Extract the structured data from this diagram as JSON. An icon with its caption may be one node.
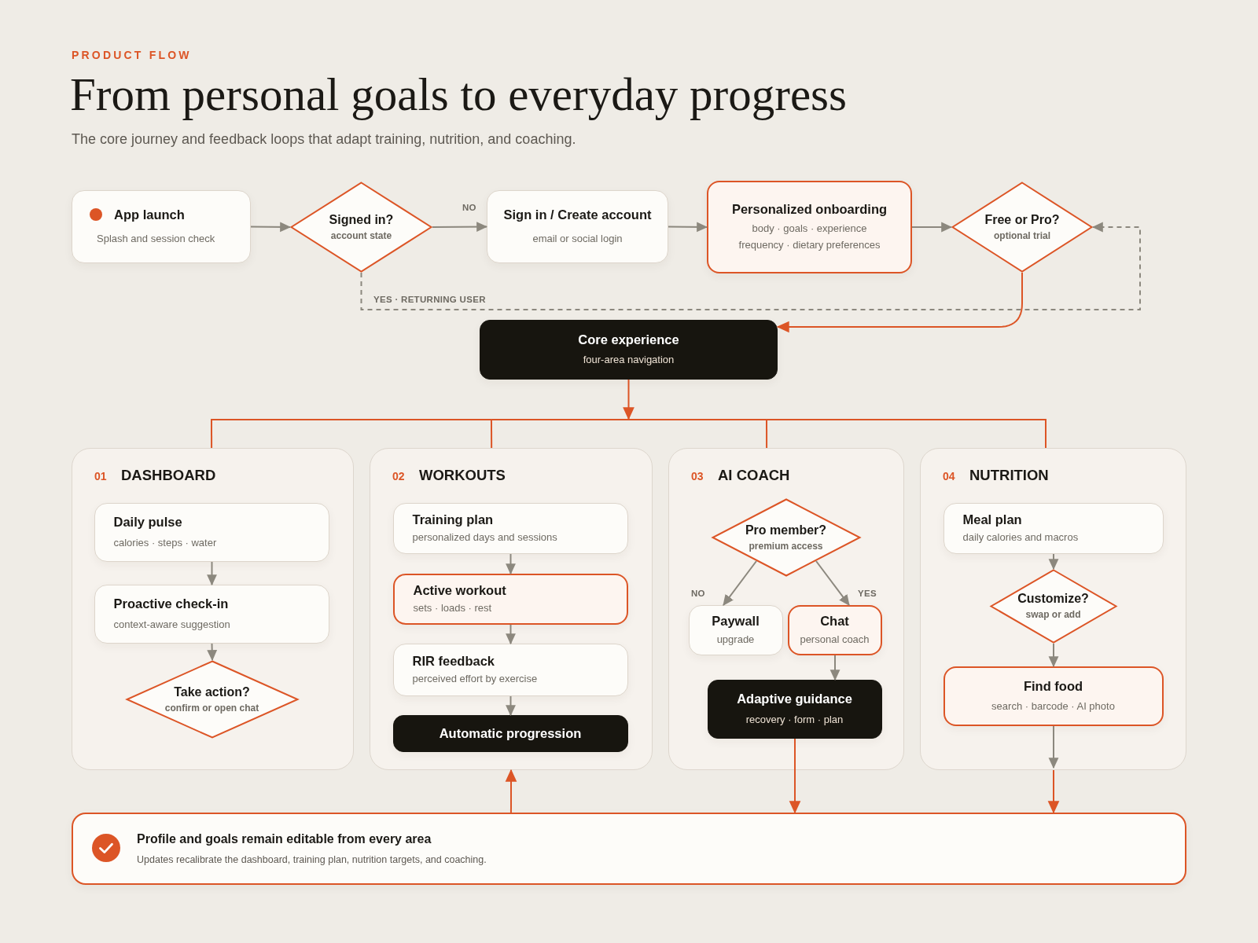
{
  "diagram": {
    "title": "From personal goals to everyday progress",
    "caption": "The core journey and feedback loops that adapt training, nutrition, and coaching.",
    "nodes": [
      {
        "text": [
          "App launch",
          "Splash and session check"
        ]
      },
      {
        "text": [
          "Signed in?",
          "account state"
        ]
      },
      {
        "text": [
          "Sign in / Create account",
          "email or social login"
        ]
      },
      {
        "text": [
          "Personalized onboarding",
          "body · goals · experience frequency · dietary preferences"
        ]
      },
      {
        "text": [
          "Free or Pro?",
          "optional trial"
        ]
      },
      {
        "text": [
          "Core experience",
          "four-area navigation"
        ]
      },
      {
        "text": [],
        "shape": "bar"
      },
      {
        "text": [
          "01",
          "DASHBOARD"
        ]
      },
      {
        "text": [
          "Daily pulse",
          "calories · steps · water"
        ],
        "in": 7
      },
      {
        "text": [
          "Proactive check-in",
          "context-aware suggestion"
        ],
        "in": 7
      },
      {
        "text": [
          "Take action?",
          "confirm or open chat"
        ],
        "in": 7
      },
      {
        "text": [
          "02",
          "WORKOUTS"
        ]
      },
      {
        "text": [
          "Training plan",
          "personalized days and sessions"
        ],
        "in": 11
      },
      {
        "text": [
          "Active workout",
          "sets · loads · rest"
        ],
        "in": 11
      },
      {
        "text": [
          "RIR feedback",
          "perceived effort by exercise"
        ],
        "in": 11
      },
      {
        "text": [
          "Automatic progression"
        ],
        "in": 11
      },
      {
        "text": [
          "03",
          "AI COACH"
        ]
      },
      {
        "text": [
          "Pro member?",
          "premium access"
        ],
        "in": 16
      },
      {
        "text": [
          "Paywall",
          "upgrade"
        ],
        "in": 16
      },
      {
        "text": [
          "Chat",
          "personal coach"
        ],
        "in": 16
      },
      {
        "text": [
          "Adaptive guidance",
          "recovery · form · plan"
        ],
        "in": 16
      },
      {
        "text": [
          "04",
          "NUTRITION"
        ]
      },
      {
        "text": [
          "Meal plan",
          "daily calories and macros"
        ],
        "in": 21
      },
      {
        "text": [
          "Customize?",
          "swap or add"
        ],
        "in": 21
      },
      {
        "text": [
          "Find food",
          "search · barcode · AI photo"
        ],
        "in": 21
      },
      {
        "text": [
          "Profile and goals remain editable from every area",
          "Updates recalibrate the dashboard, training plan, nutrition targets, and coaching."
        ]
      }
    ],
    "edges": [
      {
        "from": 0,
        "to": 1,
        "arrow": "to"
      },
      {
        "from": 1,
        "to": 2,
        "arrow": "to",
        "label": "NO"
      },
      {
        "from": 2,
        "to": 3,
        "arrow": "to"
      },
      {
        "from": 3,
        "to": 4,
        "arrow": "to"
      },
      {
        "from": 1,
        "to": 4,
        "arrow": "to",
        "label": "YES · RETURNING USER",
        "style": "dashed"
      },
      {
        "from": 4,
        "to": 5,
        "arrow": "to",
        "color": "#dc5526"
      },
      {
        "from": 5,
        "to": 6,
        "arrow": "to",
        "color": "#dc5526"
      },
      {
        "from": 6,
        "to": 7,
        "arrow": "none",
        "color": "#dc5526"
      },
      {
        "from": 6,
        "to": 11,
        "arrow": "none",
        "color": "#dc5526"
      },
      {
        "from": 6,
        "to": 16,
        "arrow": "none",
        "color": "#dc5526"
      },
      {
        "from": 6,
        "to": 21,
        "arrow": "none",
        "color": "#dc5526"
      },
      {
        "from": 8,
        "to": 9,
        "arrow": "to"
      },
      {
        "from": 9,
        "to": 10,
        "arrow": "to"
      },
      {
        "from": 12,
        "to": 13,
        "arrow": "to"
      },
      {
        "from": 13,
        "to": 14,
        "arrow": "to"
      },
      {
        "from": 14,
        "to": 15,
        "arrow": "to"
      },
      {
        "from": 17,
        "to": 18,
        "arrow": "to",
        "label": "NO"
      },
      {
        "from": 17,
        "to": 19,
        "arrow": "to",
        "label": "YES"
      },
      {
        "from": 19,
        "to": 20,
        "arrow": "to"
      },
      {
        "from": 22,
        "to": 23,
        "arrow": "to"
      },
      {
        "from": 23,
        "to": 24,
        "arrow": "to"
      },
      {
        "from": 24,
        "to": null,
        "arrow": "to"
      },
      {
        "from": 20,
        "to": 25,
        "arrow": "to",
        "color": "#dc5526"
      },
      {
        "from": 21,
        "to": 25,
        "arrow": "to",
        "color": "#dc5526"
      },
      {
        "from": 25,
        "to": 11,
        "arrow": "to",
        "color": "#dc5526"
      }
    ],
    "labels": [
      "PRODUCT FLOW"
    ]
  }
}
